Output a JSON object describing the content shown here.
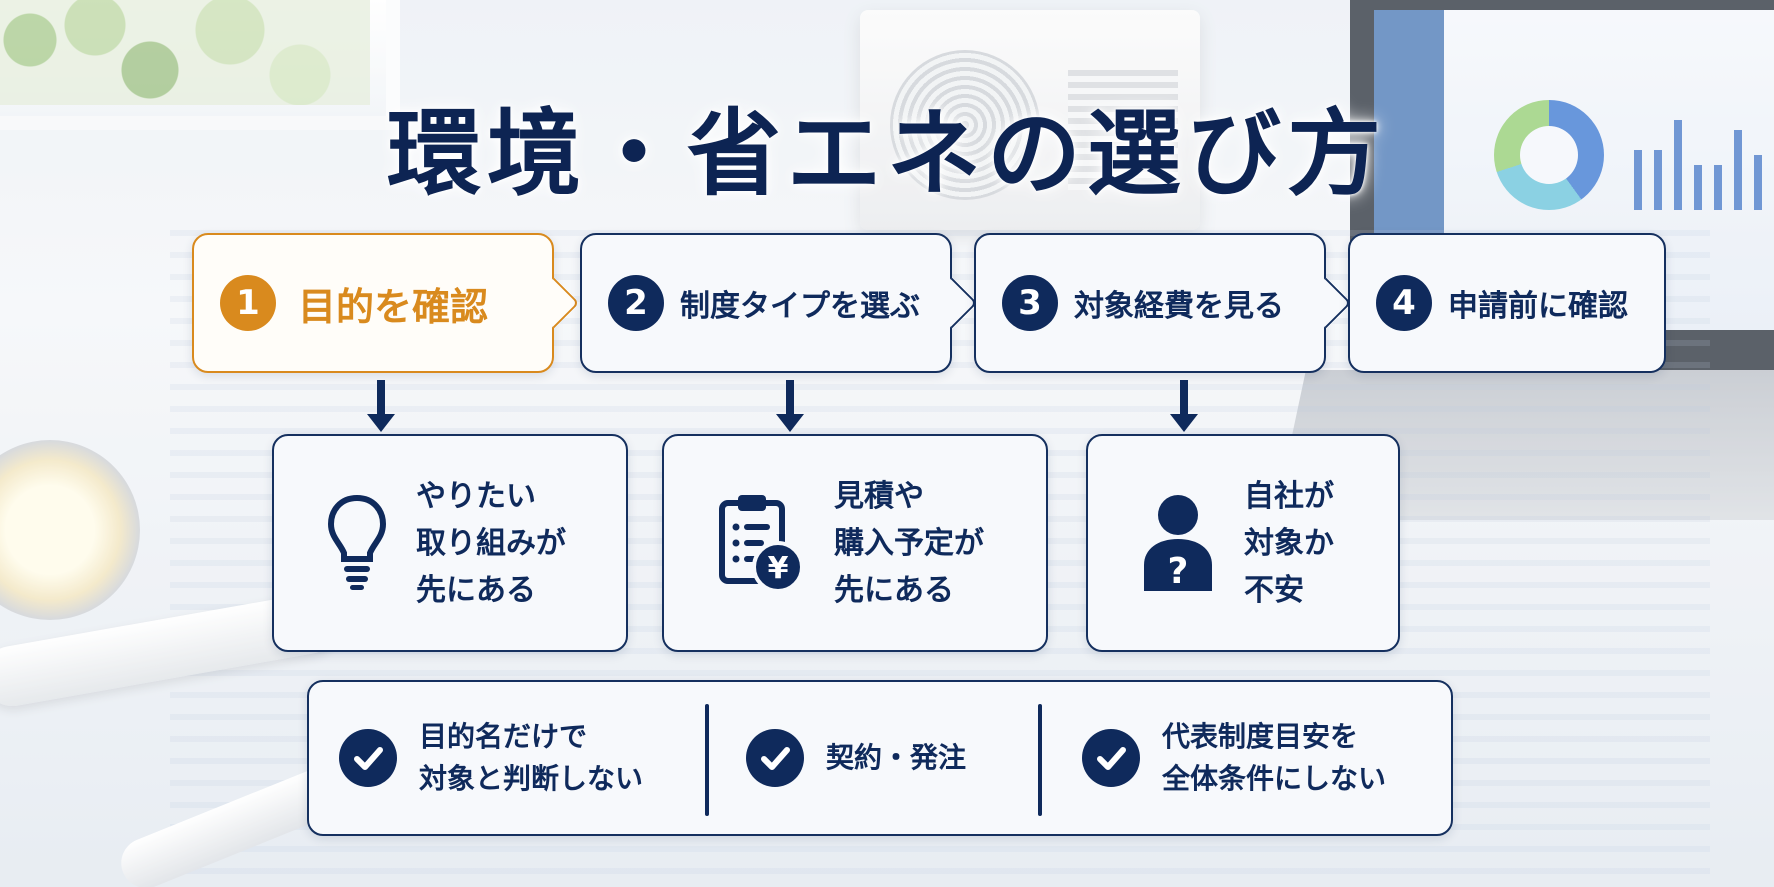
{
  "title": "環境・省エネの選び方",
  "steps": [
    {
      "number": "1",
      "label": "目的を確認",
      "active": true
    },
    {
      "number": "2",
      "label": "制度タイプを選ぶ",
      "active": false
    },
    {
      "number": "3",
      "label": "対象経費を見る",
      "active": false
    },
    {
      "number": "4",
      "label": "申請前に確認",
      "active": false
    }
  ],
  "cards": [
    {
      "icon": "lightbulb-icon",
      "lines": [
        "やりたい",
        "取り組みが",
        "先にある"
      ]
    },
    {
      "icon": "clipboard-yen-icon",
      "lines": [
        "見積や",
        "購入予定が",
        "先にある"
      ]
    },
    {
      "icon": "person-question-icon",
      "lines": [
        "自社が",
        "対象か",
        "不安"
      ]
    }
  ],
  "checks": [
    {
      "icon": "check-circle-icon",
      "lines": [
        "目的名だけで",
        "対象と判断しない"
      ]
    },
    {
      "icon": "check-circle-icon",
      "lines": [
        "契約・発注"
      ]
    },
    {
      "icon": "check-circle-icon",
      "lines": [
        "代表制度目安を",
        "全体条件にしない"
      ]
    }
  ],
  "colors": {
    "navy": "#0f2a5c",
    "accent_orange": "#d98a1e",
    "card_bg": "#f7f9fc"
  }
}
